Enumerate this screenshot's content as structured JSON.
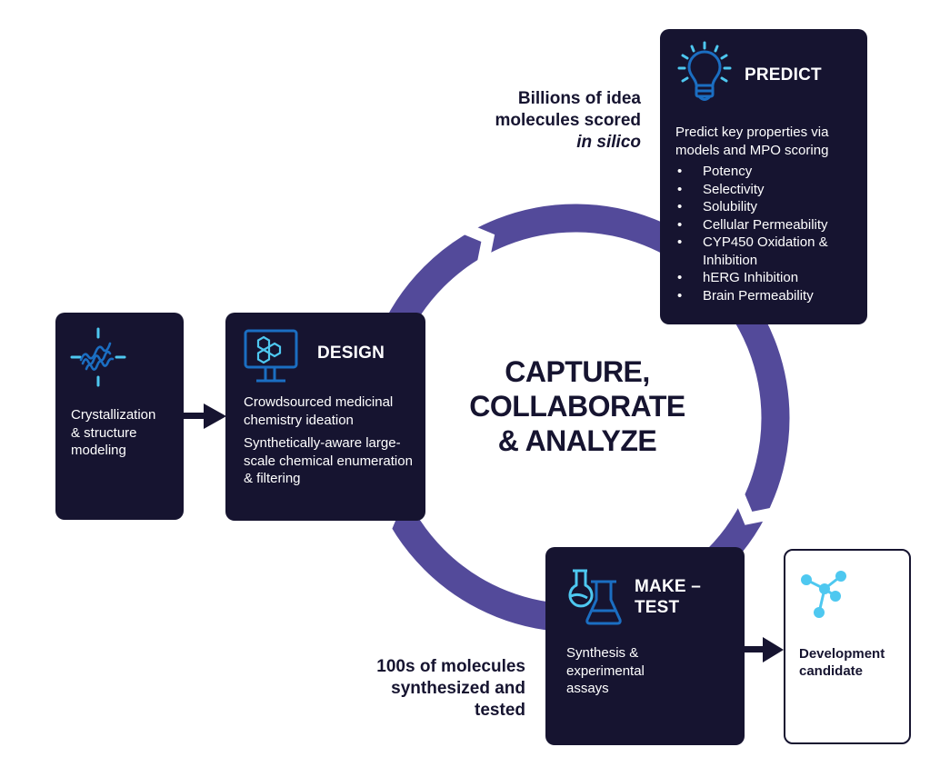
{
  "diagram": {
    "center_title_lines": [
      "CAPTURE,",
      "COLLABORATE",
      "& ANALYZE"
    ],
    "ring_color": "#534a9a",
    "box_color": "#161430",
    "icon_light_color": "#4ec8f0",
    "icon_dark_color": "#1b6ec2",
    "callouts": {
      "predict_lines": [
        "Billions of idea",
        "molecules scored"
      ],
      "predict_italic": "in silico",
      "make_lines": [
        "100s of molecules",
        "synthesized and",
        "tested"
      ]
    },
    "crystallization": {
      "icon": "protein-helix-icon",
      "text_lines": [
        "Crystallization",
        "& structure",
        "modeling"
      ]
    },
    "design": {
      "icon": "monitor-hexagon-icon",
      "title": "DESIGN",
      "paragraphs": [
        "Crowdsourced medicinal chemistry ideation",
        "Synthetically-aware large-scale chemical enumeration & filtering"
      ]
    },
    "predict": {
      "icon": "lightbulb-icon",
      "title": "PREDICT",
      "intro": "Predict key properties via models and MPO scoring",
      "bullets": [
        "Potency",
        "Selectivity",
        "Solubility",
        "Cellular Permeability",
        "CYP450 Oxidation & Inhibition",
        "hERG Inhibition",
        "Brain Permeability"
      ]
    },
    "make_test": {
      "icon": "flasks-icon",
      "title_lines": [
        "MAKE –",
        "TEST"
      ],
      "text_lines": [
        "Synthesis &",
        "experimental",
        "assays"
      ]
    },
    "development": {
      "icon": "molecule-icon",
      "label_lines": [
        "Development",
        "candidate"
      ]
    }
  }
}
